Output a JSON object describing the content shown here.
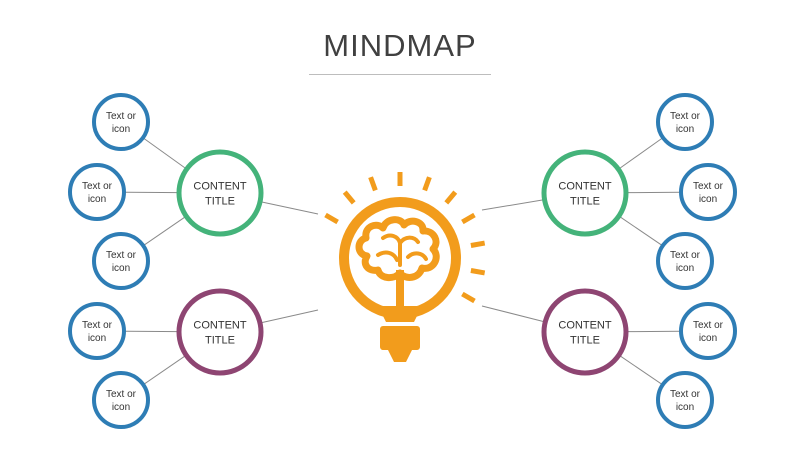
{
  "title": "MINDMAP",
  "colors": {
    "leaf": "#2e7db5",
    "green": "#44b37a",
    "purple": "#8e4572",
    "bulb": "#f29c1c",
    "connector": "#8a8a8a",
    "text": "#333333"
  },
  "center_icon": "lightbulb-brain-icon",
  "branches": [
    {
      "id": "top-left",
      "label": [
        "CONTENT",
        "TITLE"
      ],
      "color": "green",
      "leaves": [
        [
          "Text or",
          "icon"
        ],
        [
          "Text or",
          "icon"
        ],
        [
          "Text or",
          "icon"
        ]
      ]
    },
    {
      "id": "bottom-left",
      "label": [
        "CONTENT",
        "TITLE"
      ],
      "color": "purple",
      "leaves": [
        [
          "Text or",
          "icon"
        ],
        [
          "Text or",
          "icon"
        ]
      ]
    },
    {
      "id": "top-right",
      "label": [
        "CONTENT",
        "TITLE"
      ],
      "color": "green",
      "leaves": [
        [
          "Text or",
          "icon"
        ],
        [
          "Text or",
          "icon"
        ],
        [
          "Text or",
          "icon"
        ]
      ]
    },
    {
      "id": "bottom-right",
      "label": [
        "CONTENT",
        "TITLE"
      ],
      "color": "purple",
      "leaves": [
        [
          "Text or",
          "icon"
        ],
        [
          "Text or",
          "icon"
        ]
      ]
    }
  ]
}
